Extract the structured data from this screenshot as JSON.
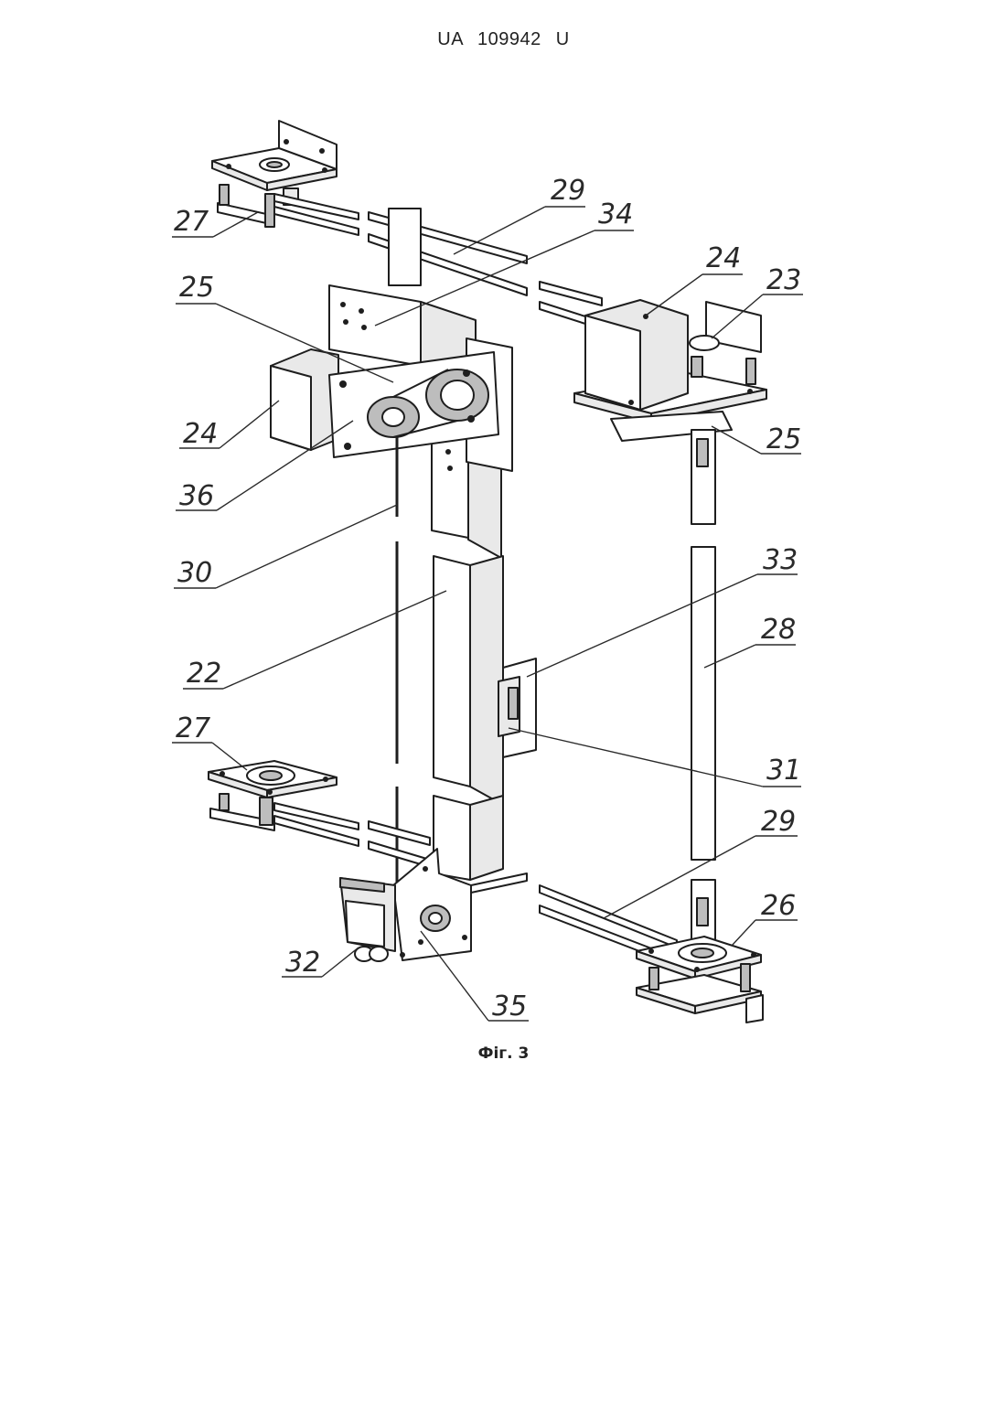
{
  "header": {
    "doc_number": "UA   109942   U"
  },
  "figure": {
    "caption": "Фіг. 3",
    "labels": [
      {
        "id": "label-27-top",
        "text": "27"
      },
      {
        "id": "label-29-top",
        "text": "29"
      },
      {
        "id": "label-34",
        "text": "34"
      },
      {
        "id": "label-25-left",
        "text": "25"
      },
      {
        "id": "label-24-right",
        "text": "24"
      },
      {
        "id": "label-23",
        "text": "23"
      },
      {
        "id": "label-24-left",
        "text": "24"
      },
      {
        "id": "label-25-right",
        "text": "25"
      },
      {
        "id": "label-36",
        "text": "36"
      },
      {
        "id": "label-30",
        "text": "30"
      },
      {
        "id": "label-33",
        "text": "33"
      },
      {
        "id": "label-28",
        "text": "28"
      },
      {
        "id": "label-22",
        "text": "22"
      },
      {
        "id": "label-27-bottom",
        "text": "27"
      },
      {
        "id": "label-31",
        "text": "31"
      },
      {
        "id": "label-29-bottom",
        "text": "29"
      },
      {
        "id": "label-26",
        "text": "26"
      },
      {
        "id": "label-32",
        "text": "32"
      },
      {
        "id": "label-35",
        "text": "35"
      }
    ]
  }
}
